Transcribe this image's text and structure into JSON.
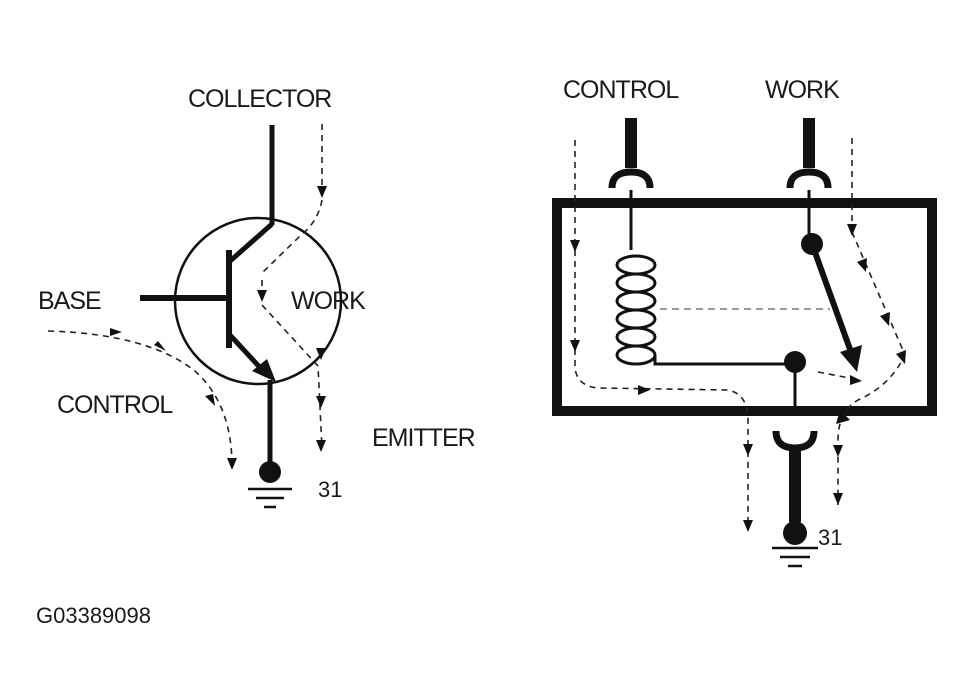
{
  "transistor": {
    "collector_label": "COLLECTOR",
    "base_label": "BASE",
    "work_label": "WORK",
    "control_label": "CONTROL",
    "emitter_label": "EMITTER",
    "ground_label": "31"
  },
  "relay": {
    "control_label": "CONTROL",
    "work_label": "WORK",
    "ground_label": "31"
  },
  "figure_id": "G03389098",
  "colors": {
    "line": "#111111",
    "control_path": "#999999",
    "background": "#ffffff"
  }
}
